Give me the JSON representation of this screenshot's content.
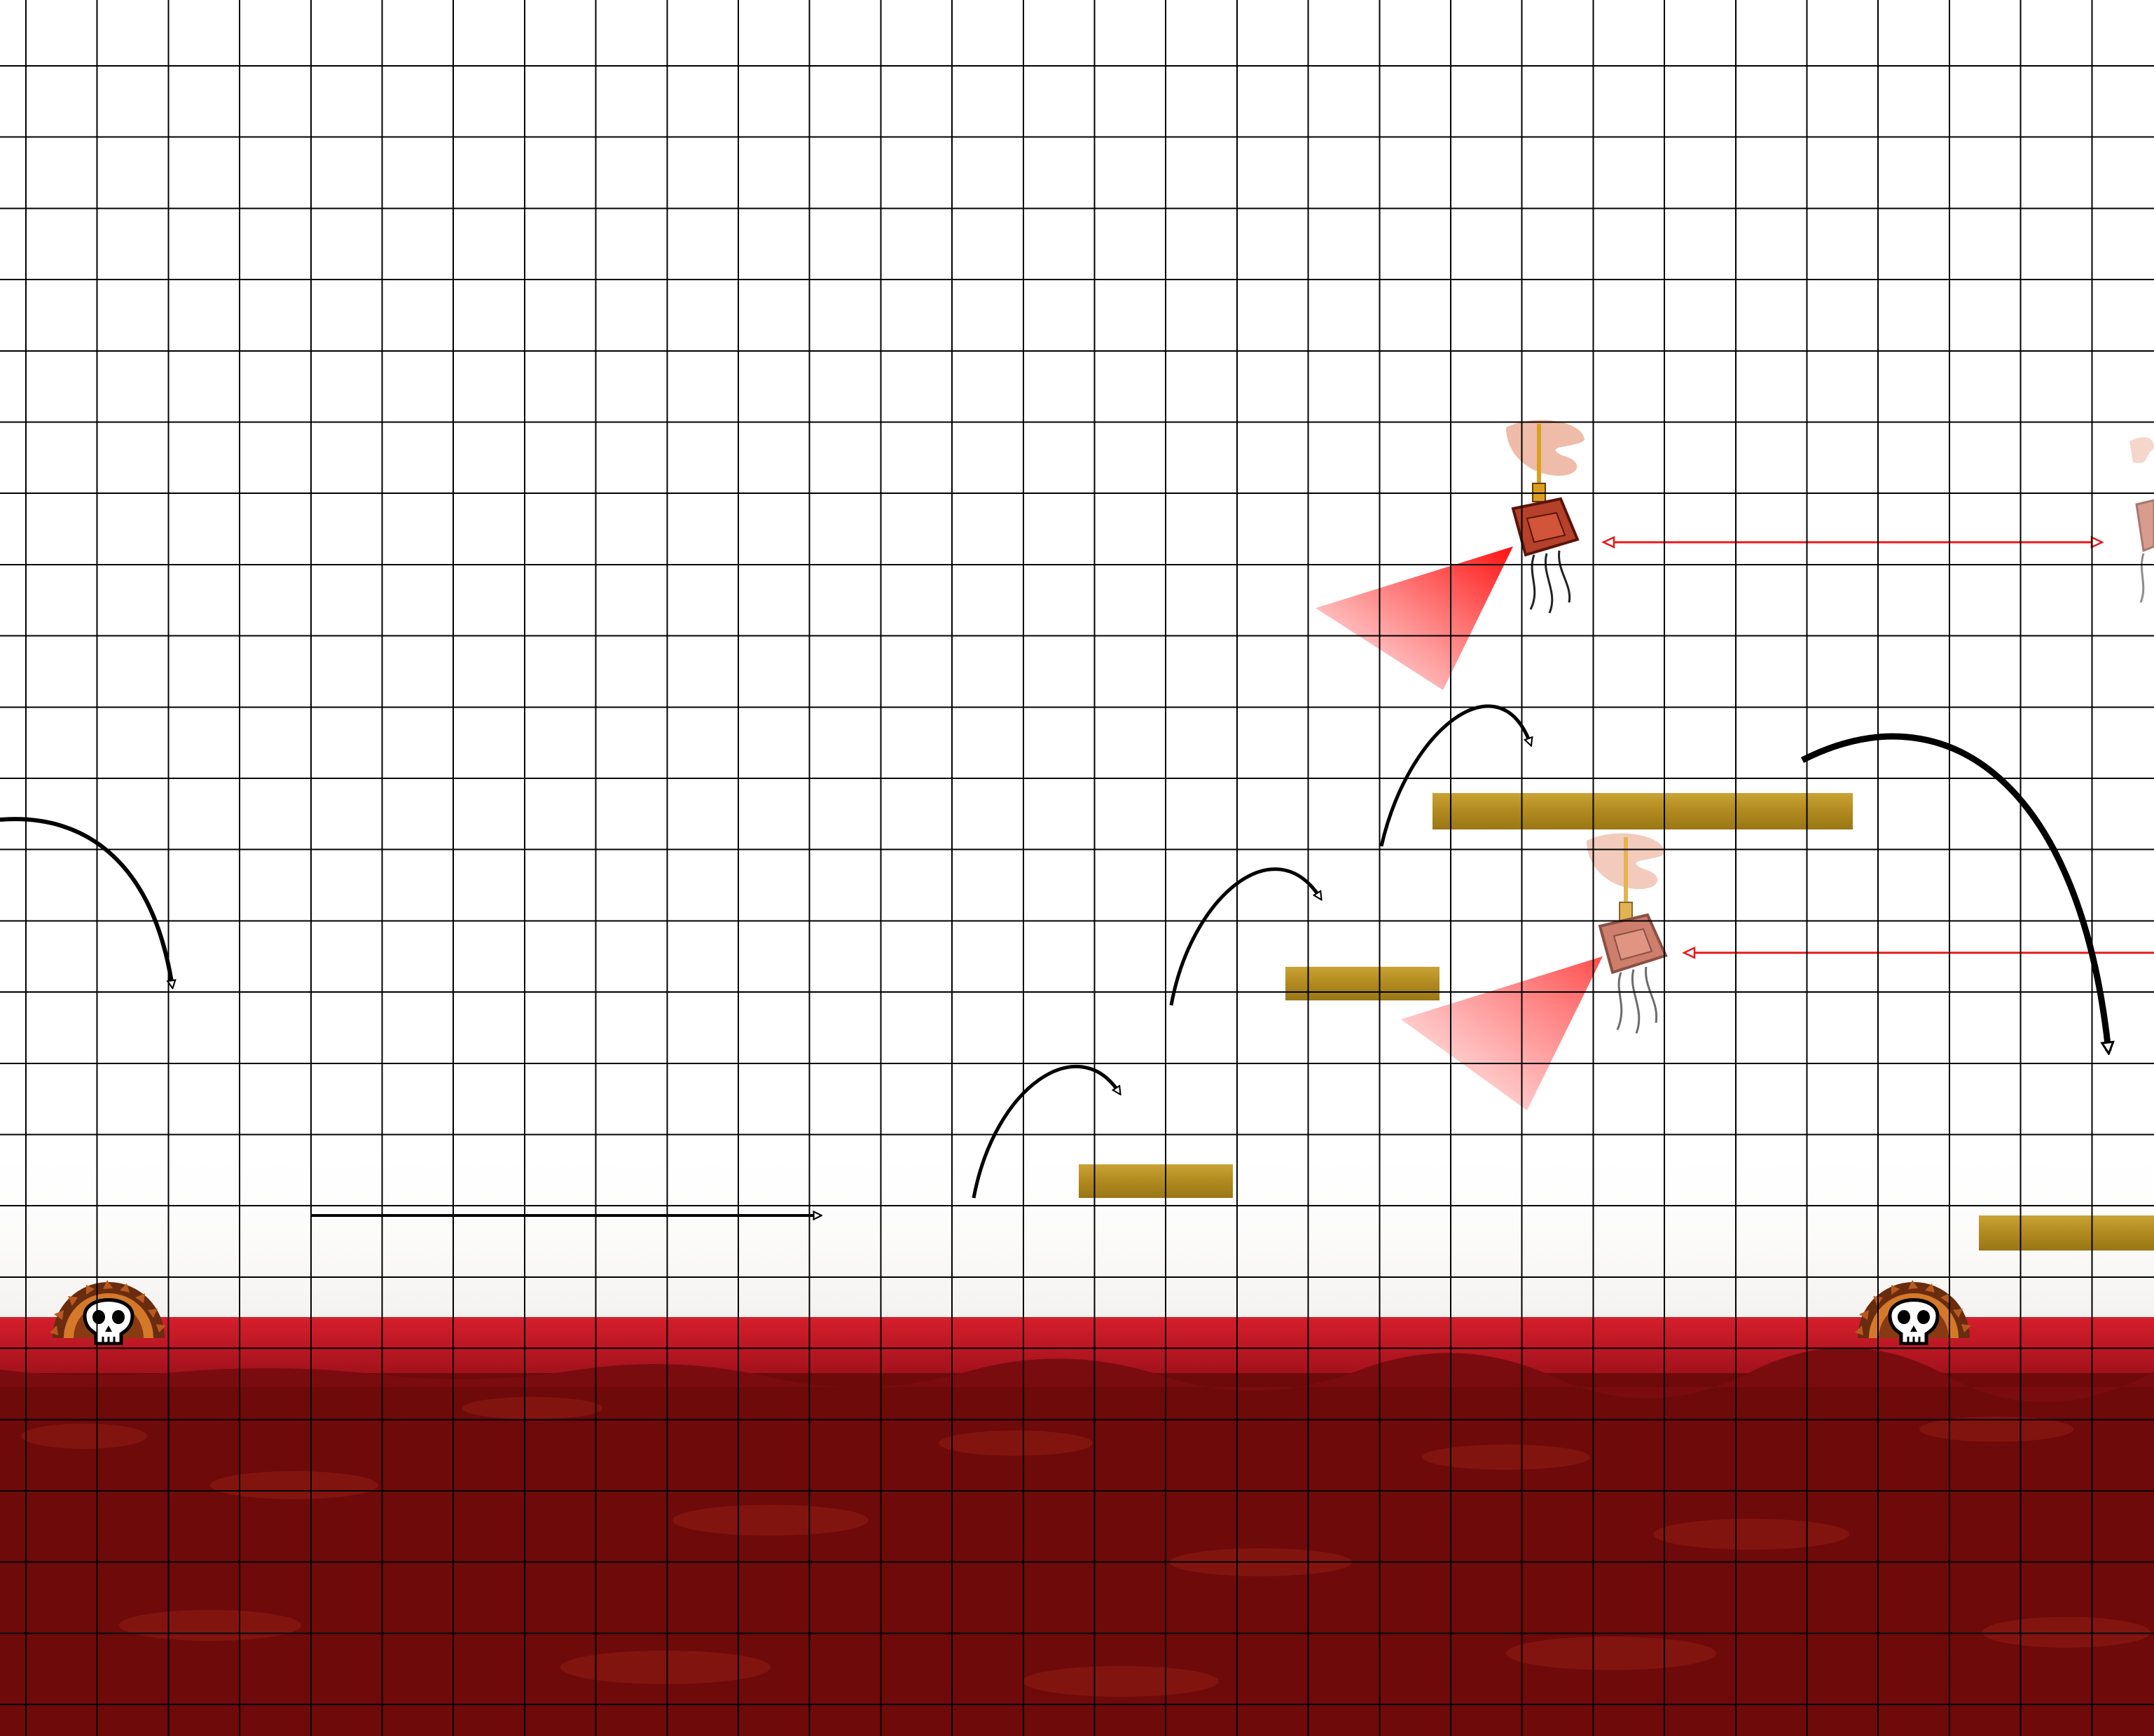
{
  "level": {
    "name": "",
    "background_color": "#ffffff",
    "grid_color": "#000000",
    "platform_color": "#b8901e",
    "hazard_floor_color": "#6e0a0a",
    "hazard_surface_color": "#cf1d2a",
    "enemy_color": "#b5412b",
    "enemy_beam_color": "#ff1e1e",
    "patrol_path_color": "#e51b1b",
    "move_arrow_color": "#000000",
    "hazard_floor": {
      "type": "blood-pool",
      "damage": "instant-kill"
    },
    "saw_hazards": [
      {
        "name": "saw-skull-left",
        "icon": "skull-saw-icon"
      },
      {
        "name": "saw-skull-right",
        "icon": "skull-saw-icon"
      }
    ],
    "platforms": [
      {
        "name": "platform-1"
      },
      {
        "name": "platform-2"
      },
      {
        "name": "platform-3"
      },
      {
        "name": "platform-4"
      }
    ],
    "enemies": [
      {
        "name": "jellyfish-drone-upper",
        "icon": "drone-icon",
        "state": "patrolling"
      },
      {
        "name": "jellyfish-drone-lower",
        "icon": "drone-icon",
        "state": "patrolling"
      },
      {
        "name": "jellyfish-drone-offscreen",
        "icon": "drone-icon",
        "state": "patrolling"
      }
    ],
    "path_hints": [
      {
        "name": "jump-arrow-entry",
        "kind": "jump"
      },
      {
        "name": "run-arrow",
        "kind": "run"
      },
      {
        "name": "jump-arrow-1",
        "kind": "jump"
      },
      {
        "name": "jump-arrow-2",
        "kind": "jump"
      },
      {
        "name": "jump-arrow-3",
        "kind": "jump"
      },
      {
        "name": "jump-arrow-big",
        "kind": "jump"
      }
    ]
  }
}
